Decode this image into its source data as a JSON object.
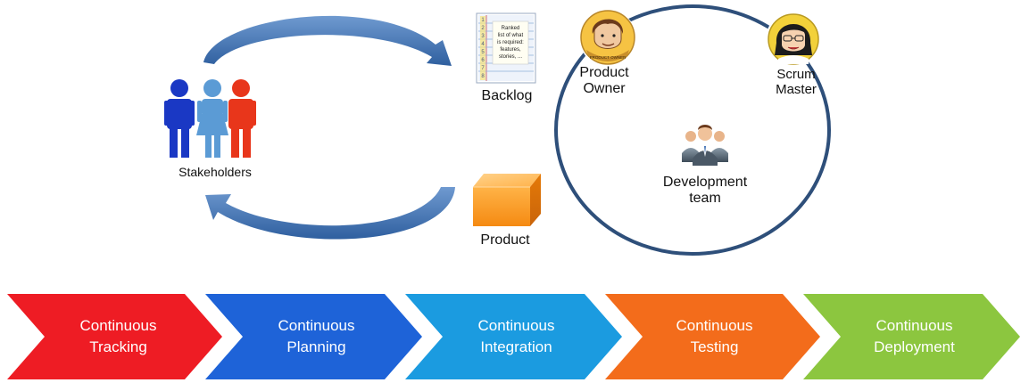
{
  "stakeholders": {
    "label": "Stakeholders"
  },
  "backlog": {
    "label": "Backlog",
    "note_lines": [
      "Ranked",
      "list of what",
      "is required:",
      "features,",
      "stories, ..."
    ],
    "row_numbers": [
      "1",
      "2",
      "3",
      "4",
      "5",
      "6",
      "7",
      "8"
    ]
  },
  "product": {
    "label": "Product"
  },
  "scrum_team": {
    "product_owner": {
      "line1": "Product",
      "line2": "Owner",
      "badge_text": "PRODUCT OWNER"
    },
    "scrum_master": {
      "line1": "Scrum",
      "line2": "Master"
    },
    "development_team": {
      "line1": "Development",
      "line2": "team"
    }
  },
  "pipeline": [
    {
      "line1": "Continuous",
      "line2": "Tracking",
      "color": "#ee1c24"
    },
    {
      "line1": "Continuous",
      "line2": "Planning",
      "color": "#1e63d8"
    },
    {
      "line1": "Continuous",
      "line2": "Integration",
      "color": "#1b9be0"
    },
    {
      "line1": "Continuous",
      "line2": "Testing",
      "color": "#f36c1b"
    },
    {
      "line1": "Continuous",
      "line2": "Deployment",
      "color": "#8cc63f"
    }
  ],
  "colors": {
    "arrow": "#3d6fb0",
    "circle": "#2e4f7a",
    "stakeholder_dark_blue": "#1a38c4",
    "stakeholder_light_blue": "#5b9bd5",
    "stakeholder_red": "#e8361b"
  }
}
